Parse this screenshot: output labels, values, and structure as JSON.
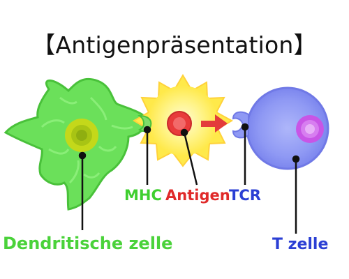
{
  "diagram": {
    "title": "【Antigenpräsentation】",
    "labels": {
      "mhc": "MHC",
      "antigen": "Antigen",
      "tcr": "TCR",
      "dendritic_cell": "Dendritische zelle",
      "t_cell": "T zelle"
    },
    "colors": {
      "dendritic_cell": "#6be05a",
      "dendritic_nucleus": "#c4d81a",
      "antigen_glow": "#fff04a",
      "antigen_core": "#e83b3b",
      "arrow": "#e33b3b",
      "t_cell": "#7f8af0",
      "t_nucleus": "#c855e6",
      "mhc_label": "#3fcf2f",
      "antigen_label": "#e02a2a",
      "tcr_label": "#2b3fd4",
      "dc_label": "#4ad23a",
      "t_label": "#2b3fd4"
    }
  }
}
